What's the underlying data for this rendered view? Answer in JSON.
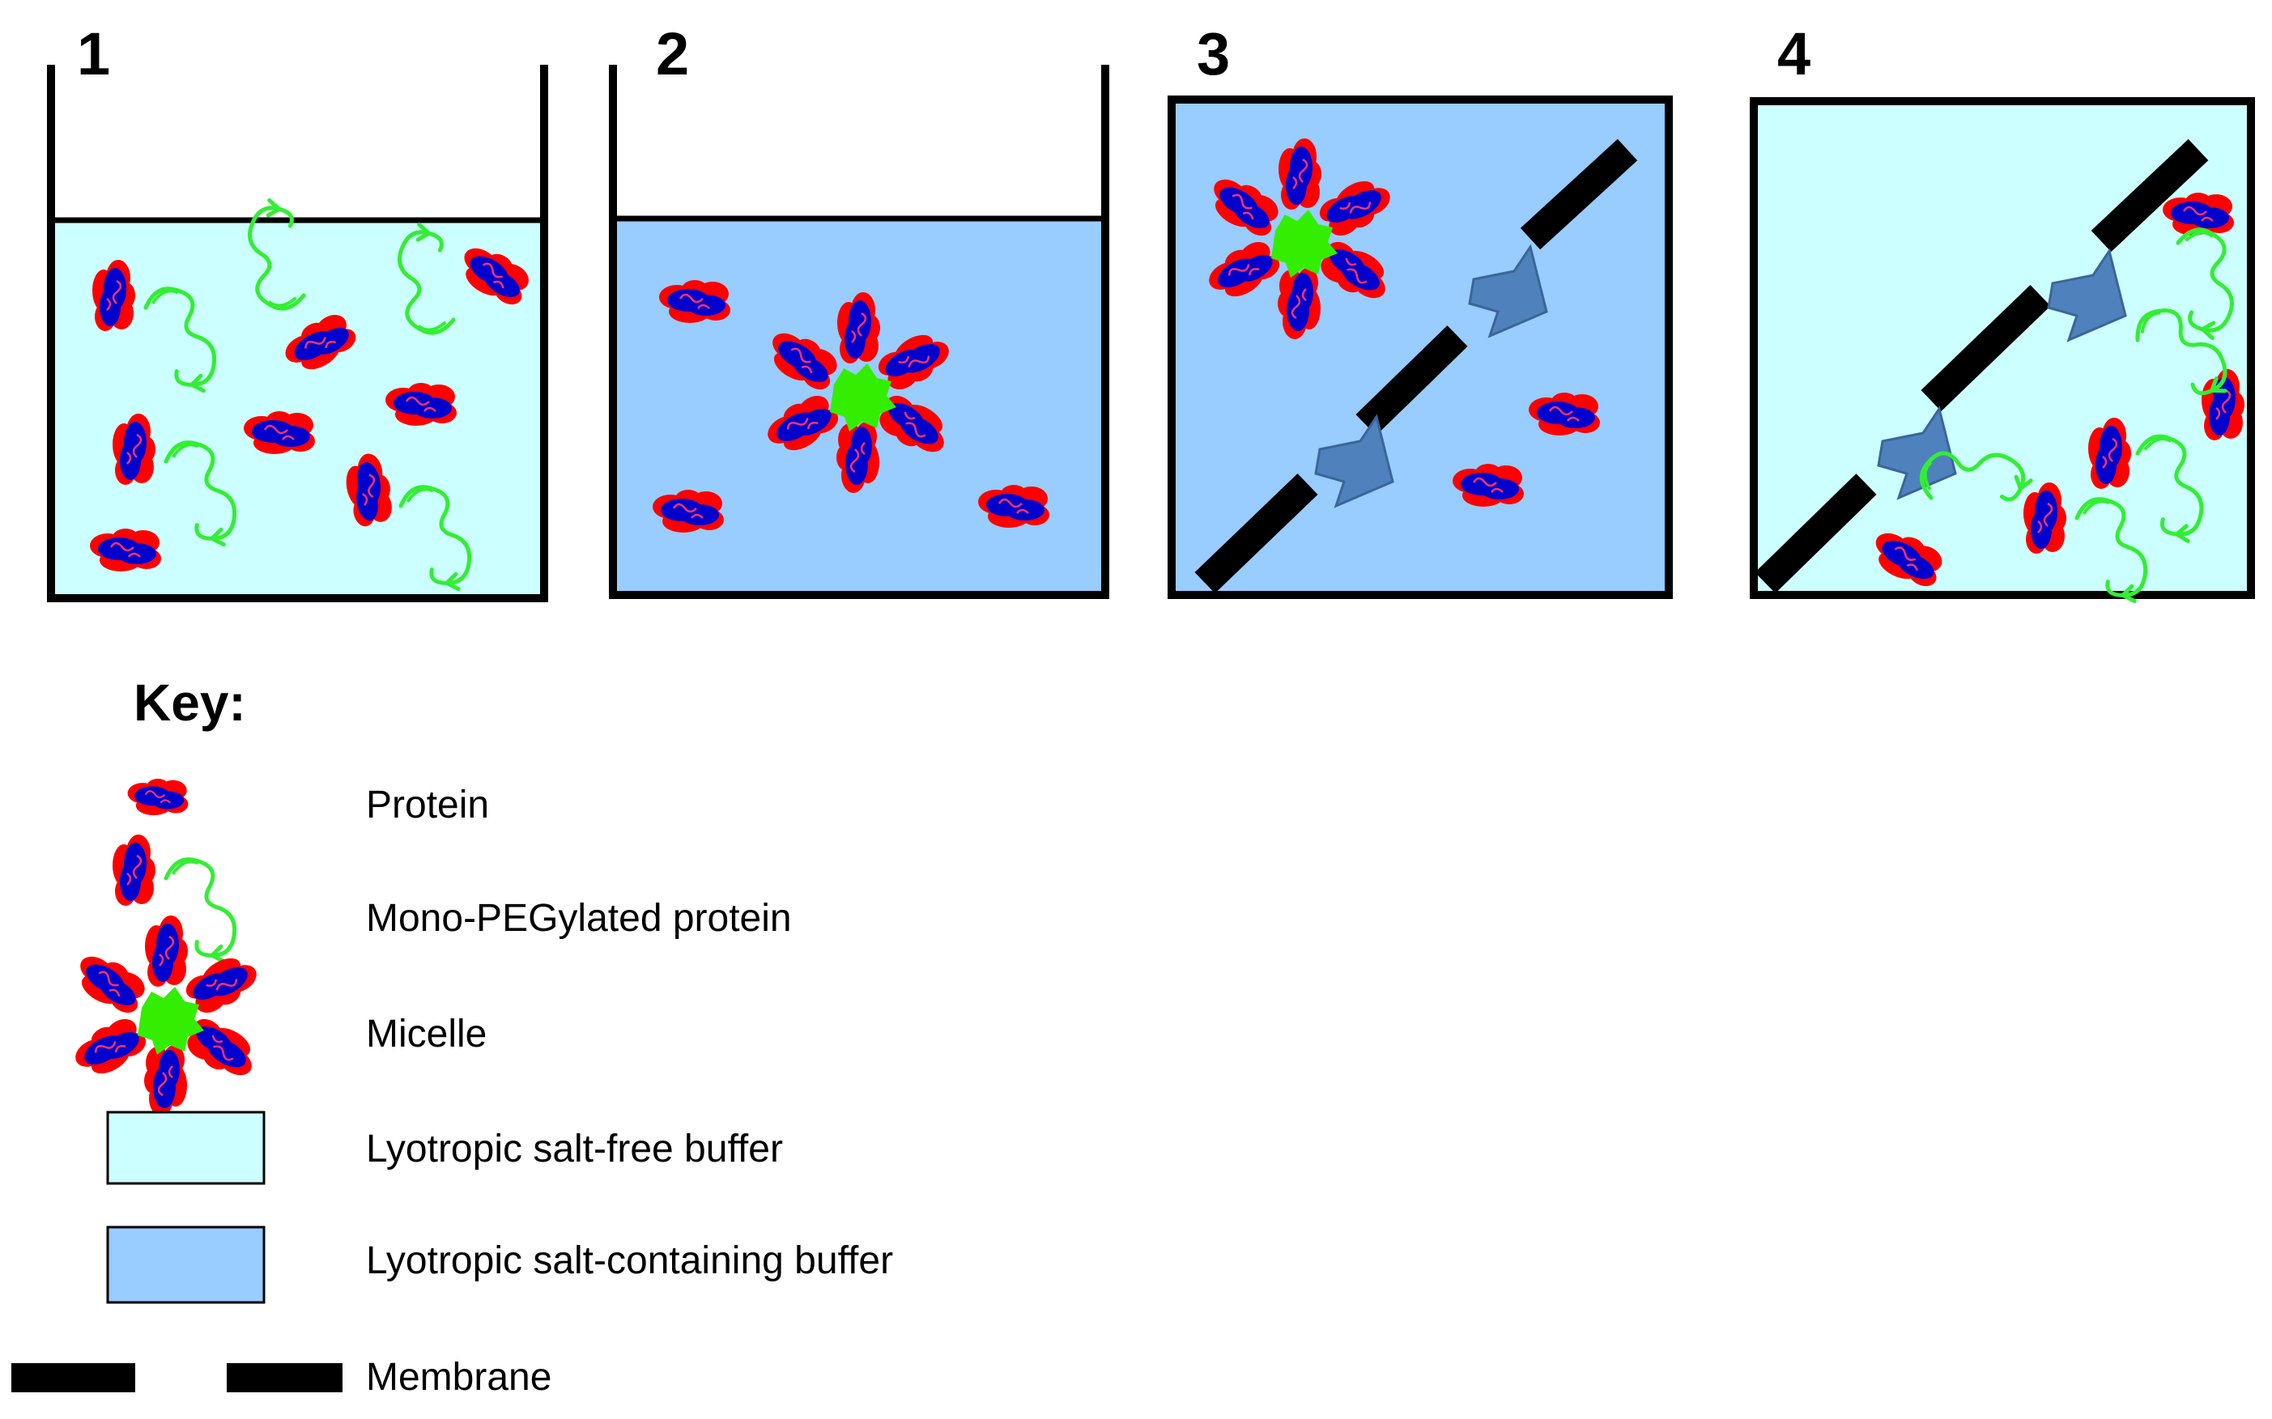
{
  "panels": [
    {
      "number": "1",
      "buffer": "salt-free",
      "shape": "beaker"
    },
    {
      "number": "2",
      "buffer": "salt-containing",
      "shape": "beaker"
    },
    {
      "number": "3",
      "buffer": "salt-containing",
      "shape": "chamber"
    },
    {
      "number": "4",
      "buffer": "salt-free",
      "shape": "chamber"
    }
  ],
  "key": {
    "title": "Key:",
    "items": [
      {
        "label": "Protein"
      },
      {
        "label": "Mono-PEGylated protein"
      },
      {
        "label": "Micelle"
      },
      {
        "label": "Lyotropic salt-free buffer"
      },
      {
        "label": "Lyotropic salt-containing buffer"
      },
      {
        "label": "Membrane"
      }
    ]
  },
  "colors": {
    "salt_free_buffer": "#ccffff",
    "salt_containing_buffer": "#99ccff",
    "protein_red": "#ff0000",
    "protein_blue": "#0000cc",
    "peg_green": "#33ee33",
    "micelle_core": "#33ee00",
    "arrow": "#4f81bd",
    "membrane": "#000000"
  }
}
